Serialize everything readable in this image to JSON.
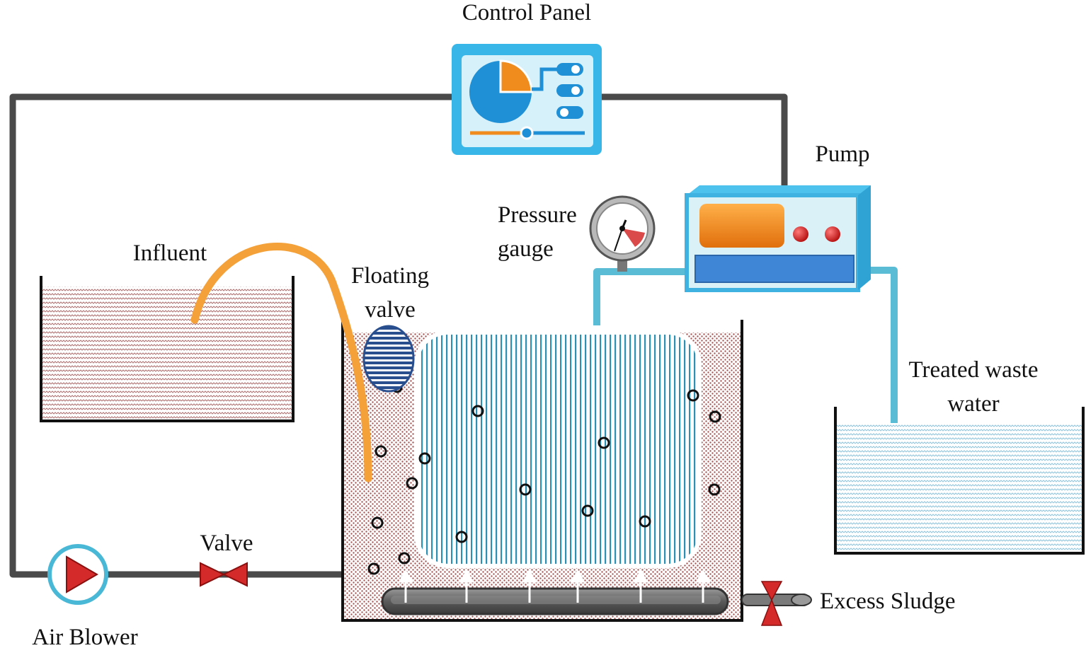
{
  "labels": {
    "control_panel": "Control Panel",
    "pump": "Pump",
    "pressure_line1": "Pressure",
    "pressure_line2": "gauge",
    "influent": "Influent",
    "floating_line1": "Floating",
    "floating_line2": "valve",
    "treated_line1": "Treated waste",
    "treated_line2": "water",
    "valve": "Valve",
    "air_blower": "Air Blower",
    "excess_sludge": "Excess Sludge"
  },
  "colors": {
    "pipe": "#4a4a4a",
    "treated_pipe": "#5bbcd6",
    "influent_hose": "#f4a13a",
    "sludge": "#a55a5a",
    "membrane": "#2f8fb0",
    "valve_red": "#d42a2a",
    "control_panel_blue": "#39b6e8",
    "pump_blue": "#3f86d6",
    "pump_orange": "#f08c1e",
    "floating_valve": "#2a4f8f"
  },
  "icons": {
    "control_panel": "control-panel-icon",
    "pump": "pump-icon",
    "gauge": "pressure-gauge-icon",
    "air_blower": "air-blower-icon",
    "valve": "valve-icon"
  }
}
